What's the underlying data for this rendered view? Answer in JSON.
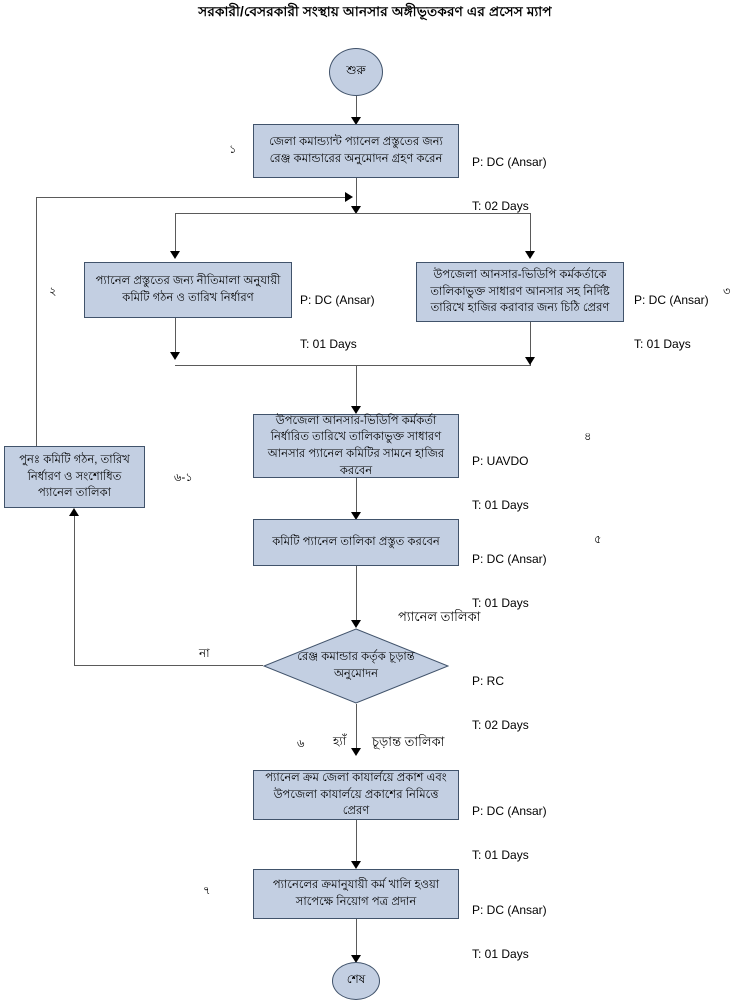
{
  "title": "সরকারী/বেসরকারী সংস্থায় আনসার অঙ্গীভূতকরণ এর প্রসেস ম্যাপ",
  "colors": {
    "node_fill": "#c3cfe2",
    "node_border": "#41536b",
    "connector": "#5a5a5a",
    "text": "#000000",
    "background": "#ffffff"
  },
  "nodes": {
    "start": {
      "label": "শুরু",
      "type": "terminator"
    },
    "end": {
      "label": "শেষ",
      "type": "terminator"
    },
    "step1": {
      "label": "জেলা কমান্ড্যান্ট প্যানেল প্রস্তুতের জন্য রেঞ্জ কমান্ডারের অনুমোদন গ্রহণ করেন",
      "performer": "P: DC (Ansar)",
      "time": "T: 02 Days",
      "number": "১"
    },
    "step2": {
      "label": "প্যানেল প্রস্তুতের জন্য নীতিমালা অনুযায়ী কমিটি গঠন ও তারিখ নির্ধারণ",
      "performer": "P: DC (Ansar)",
      "time": "T: 01 Days",
      "number": "২"
    },
    "step3": {
      "label": "উপজেলা আনসার-ভিডিপি কর্মকর্তাকে তালিকাভুক্ত সাধারণ আনসার সহ নির্দিষ্ট তারিখে হাজির করাবার জন্য চিঠি প্রেরণ",
      "performer": "P: DC (Ansar)",
      "time": "T: 01 Days",
      "number": "৩"
    },
    "step4": {
      "label": "উপজেলা আনসার-ভিডিপি কর্মকর্তা নির্ধারিত তারিখে তালিকাভুক্ত সাধারণ আনসার প্যানেল কমিটির সামনে হাজির করবেন",
      "performer": "P: UAVDO",
      "time": "T: 01 Days",
      "number": "৪"
    },
    "step5": {
      "label": "কমিটি প্যানেল তালিকা প্রস্তুত করবেন",
      "performer": "P: DC (Ansar)",
      "time": "T: 01 Days",
      "number": "৫"
    },
    "decision": {
      "label": "রেঞ্জ কমান্ডার কর্তৃক চূড়ান্ত অনুমোদন",
      "performer": "P: RC",
      "time": "T: 02 Days",
      "number": "৬",
      "yes_label": "হ্যাঁ",
      "no_label": "না",
      "input_note": "প্যানেল তালিকা",
      "output_note": "চূড়ান্ত তালিকা"
    },
    "rework": {
      "label": "পুনঃ  কমিটি গঠন, তারিখ নির্ধারণ ও সংশোধিত প্যানেল তালিকা",
      "number": "৬-১"
    },
    "step6": {
      "label": "প্যানেল ক্রম জেলা কাযার্লয়ে প্রকাশ এবং উপজেলা কাযার্লয়ে প্রকাশের নিমিত্তে প্রেরণ",
      "performer": "P: DC (Ansar)",
      "time": "T: 01 Days"
    },
    "step7": {
      "label": "প্যানেলের ক্রমানুযায়ী কর্ম খালি হওয়া সাপেক্ষে নিয়োগ পত্র প্রদান",
      "performer": "P: DC (Ansar)",
      "time": "T: 01 Days",
      "number": "৭"
    }
  }
}
